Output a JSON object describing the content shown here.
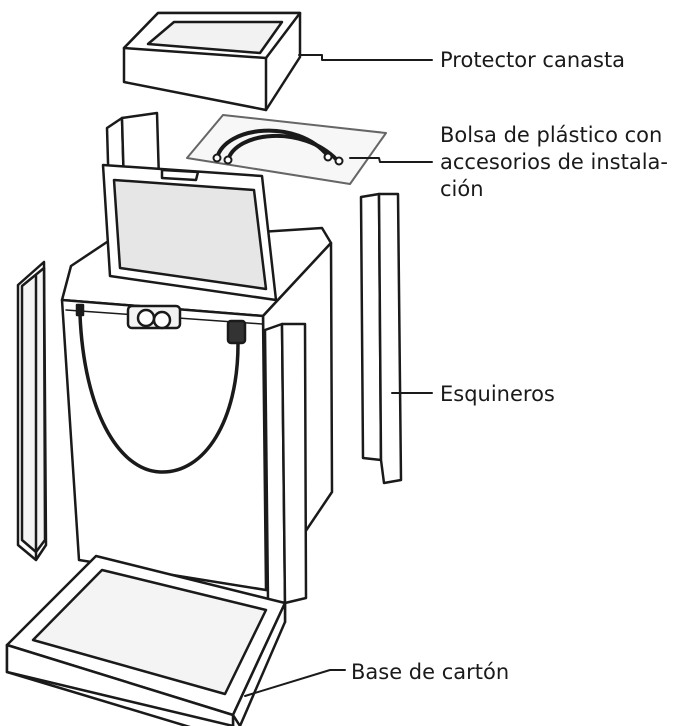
{
  "diagram": {
    "labels": {
      "protector": "Protector canasta",
      "bolsa_line1": "Bolsa de plástico con",
      "bolsa_line2": "accesorios de instala-",
      "bolsa_line3": "ción",
      "esquineros": "Esquineros",
      "base": "Base de cartón"
    },
    "colors": {
      "stroke": "#1a1a1a",
      "fill": "#ffffff",
      "glass": "#e6e6e6",
      "hose": "#1a1a1a"
    }
  }
}
